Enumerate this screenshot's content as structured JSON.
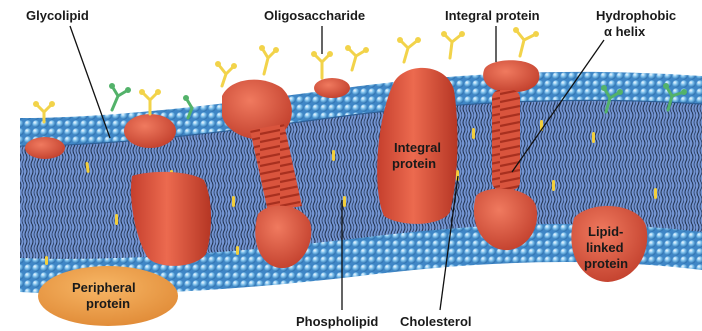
{
  "labels": {
    "glycolipid": "Glycolipid",
    "oligosaccharide": "Oligosaccharide",
    "integral_protein_top": "Integral protein",
    "hydrophobic_line1": "Hydrophobic",
    "hydrophobic_line2": "α helix",
    "integral_protein_inner_line1": "Integral",
    "integral_protein_inner_line2": "protein",
    "lipid_linked_line1": "Lipid-",
    "lipid_linked_line2": "linked",
    "lipid_linked_line3": "protein",
    "peripheral_line1": "Peripheral",
    "peripheral_line2": "protein",
    "phospholipid": "Phospholipid",
    "cholesterol": "Cholesterol"
  },
  "colors": {
    "head_light": "#cfe6f8",
    "head_mid": "#5aa8de",
    "head_dark": "#2e6fae",
    "tail": "#1f2f4a",
    "core": "#6b8fcf",
    "protein": "#e0553e",
    "protein_dark": "#b8382a",
    "peripheral": "#ec9a45",
    "sugar_yellow": "#f2d34a",
    "sugar_green": "#53b26a",
    "cholesterol": "#f3cf3c"
  }
}
